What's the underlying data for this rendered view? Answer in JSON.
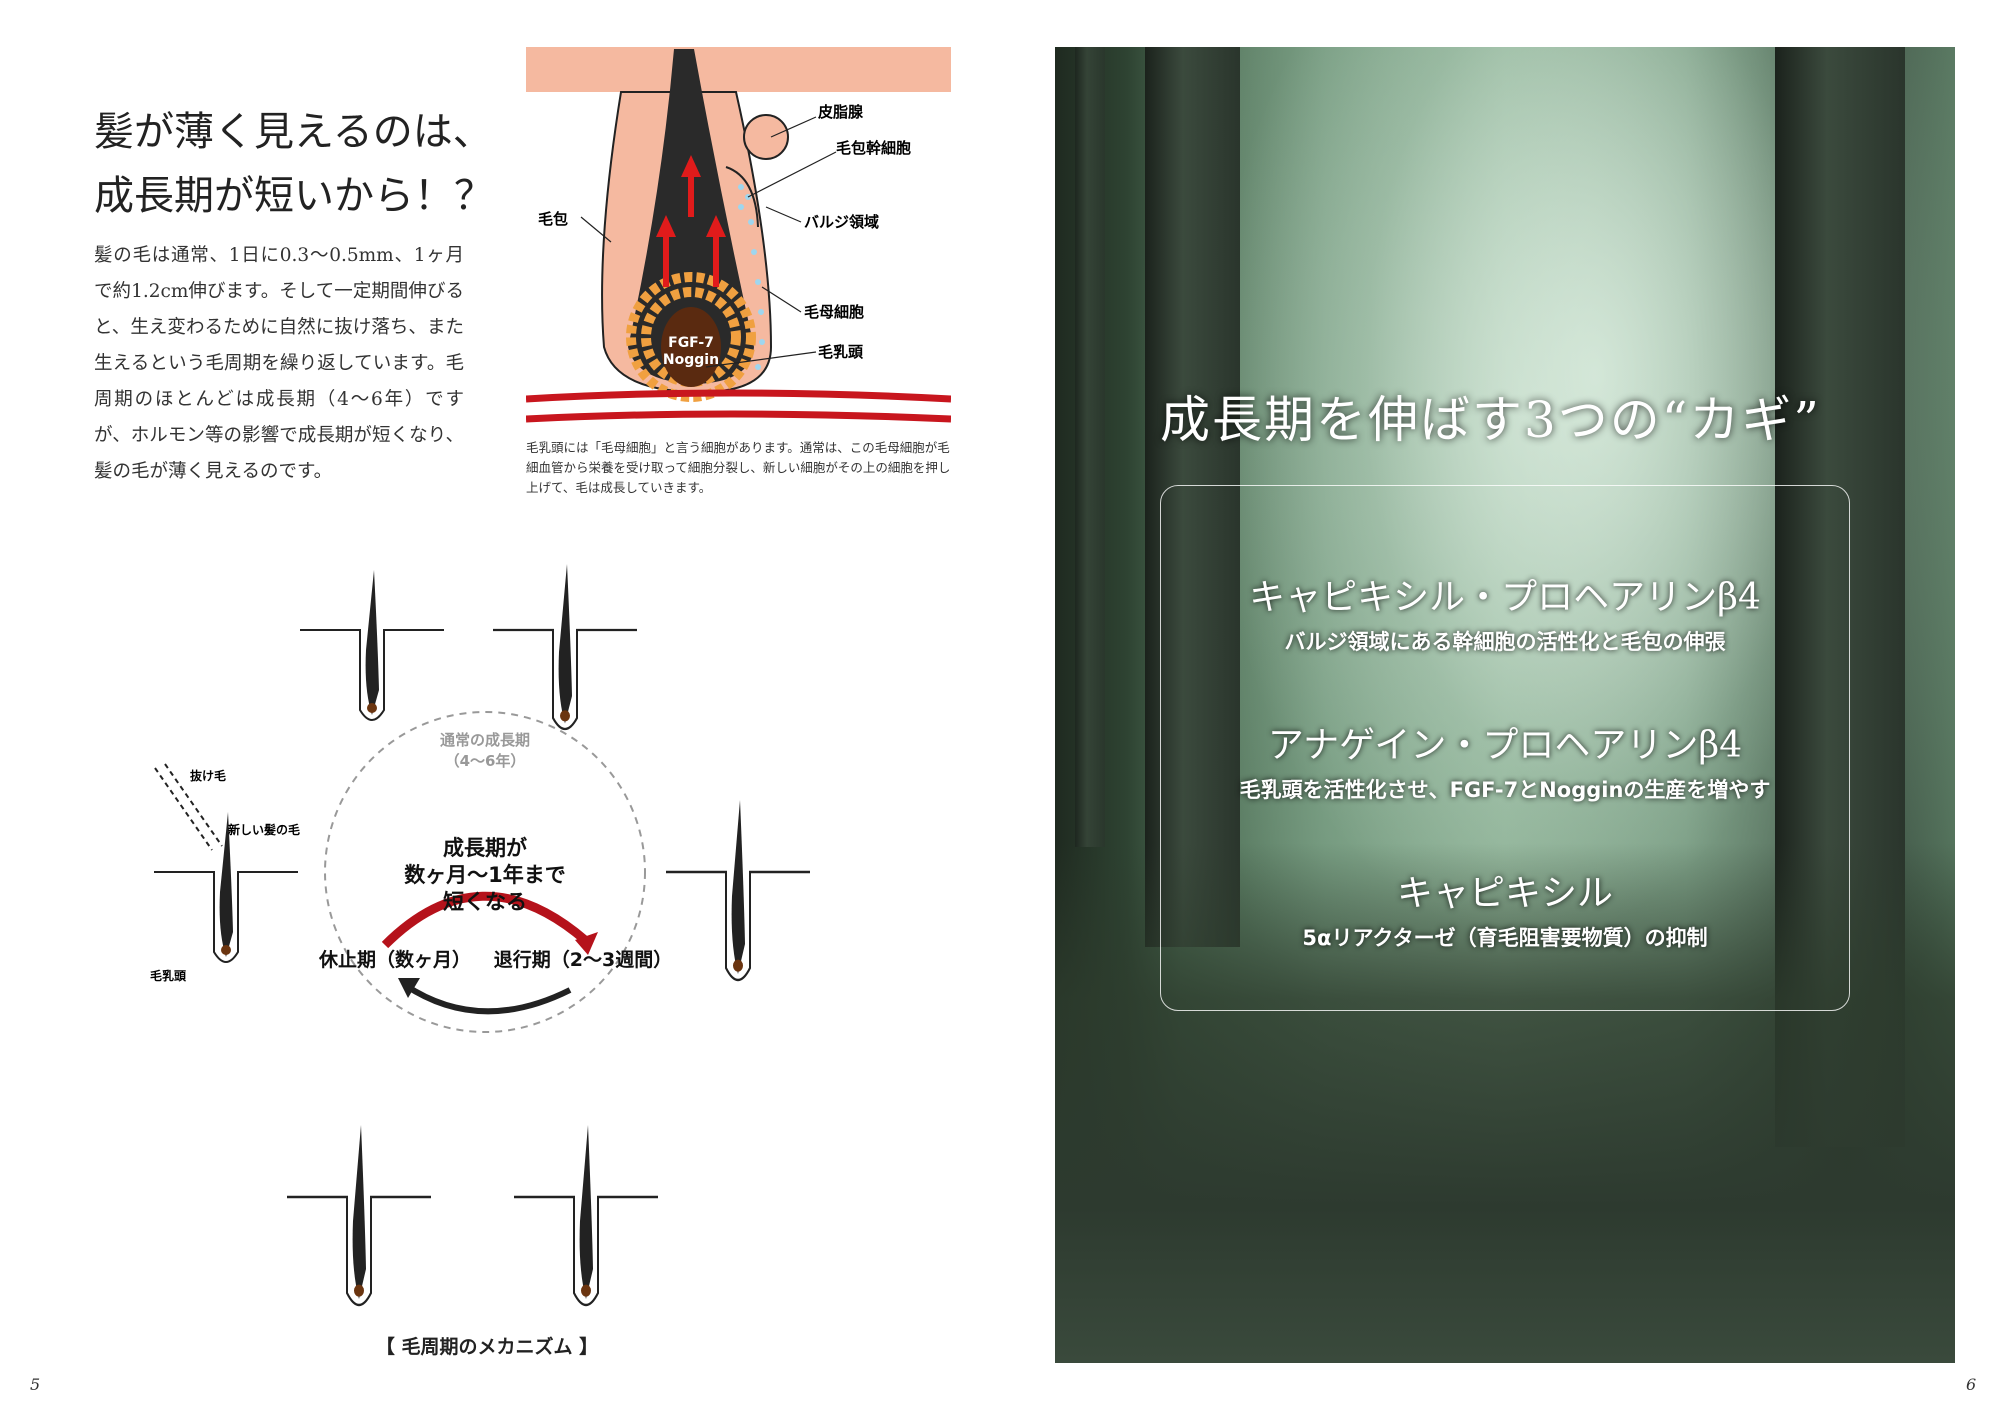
{
  "left_page": {
    "title_line1": "髪が薄く見えるのは、",
    "title_line2": "成長期が短いから！？",
    "body": "髪の毛は通常、1日に0.3〜0.5mm、1ヶ月で約1.2cm伸びます。そして一定期間伸びると、生え変わるために自然に抜け落ち、また生えるという毛周期を繰り返しています。毛周期のほとんどは成長期（4〜6年）ですが、ホルモン等の影響で成長期が短くなり、髪の毛が薄く見えるのです。",
    "follicle_diagram": {
      "labels": {
        "sebaceous": "皮脂腺",
        "stem_cell": "毛包幹細胞",
        "bulge": "バルジ領域",
        "follicle": "毛包",
        "matrix": "毛母細胞",
        "papilla": "毛乳頭",
        "fgf": "FGF-7",
        "noggin": "Noggin"
      },
      "caption": "毛乳頭には「毛母細胞」と言う細胞があります。通常は、この毛母細胞が毛細血管から栄養を受け取って細胞分裂し、新しい細胞がその上の細胞を押し上げて、毛は成長していきます。"
    },
    "hair_cycle": {
      "normal_label": "通常の成長期",
      "normal_years": "（4〜6年）",
      "short_line1": "成長期が",
      "short_line2": "数ヶ月〜1年まで",
      "short_line3": "短くなる",
      "resting": "休止期（数ヶ月）",
      "regression": "退行期（2〜3週間）",
      "fallen_hair": "抜け毛",
      "new_hair": "新しい髪の毛",
      "papilla": "毛乳頭",
      "caption": "【 毛周期のメカニズム 】"
    },
    "page_number": "5"
  },
  "right_page": {
    "title": "成長期を伸ばす3つの“カギ”",
    "keys": [
      {
        "name": "キャピキシル・プロヘアリンβ4",
        "desc": "バルジ領域にある幹細胞の活性化と毛包の伸張"
      },
      {
        "name": "アナゲイン・プロヘアリンβ4",
        "desc": "毛乳頭を活性化させ、FGF-7とNogginの生産を増やす"
      },
      {
        "name": "キャピキシル",
        "desc": "5αリアクターゼ（育毛阻害要物質）の抑制"
      }
    ],
    "page_number": "6"
  },
  "colors": {
    "skin": "#f5b9a0",
    "hair": "#222222",
    "blood": "#c8161e",
    "papilla": "#5a2a10",
    "cell": "#f0a040",
    "stem": "#9fd6ee"
  }
}
